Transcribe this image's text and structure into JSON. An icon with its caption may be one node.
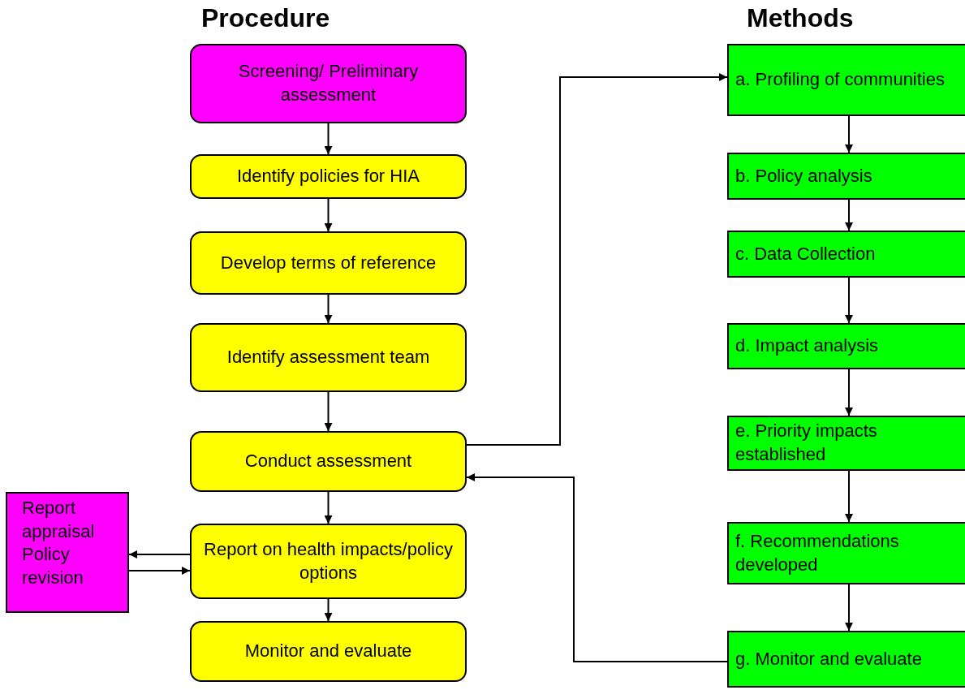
{
  "diagram": {
    "nodes": [
      {
        "text": [
          "Screening/ Preliminary assessment"
        ]
      },
      {
        "text": [
          "Identify policies for HIA"
        ]
      },
      {
        "text": [
          "Develop terms of reference"
        ]
      },
      {
        "text": [
          "Identify assessment team"
        ]
      },
      {
        "text": [
          "Conduct assessment"
        ]
      },
      {
        "text": [
          "Report on health impacts/policy options"
        ]
      },
      {
        "text": [
          "Monitor and evaluate"
        ]
      },
      {
        "text": [
          "Report appraisal Policy revision"
        ]
      },
      {
        "text": [
          "a. Profiling of communities"
        ]
      },
      {
        "text": [
          "b. Policy analysis"
        ]
      },
      {
        "text": [
          "c. Data Collection"
        ]
      },
      {
        "text": [
          "d. Impact analysis"
        ]
      },
      {
        "text": [
          "e. Priority impacts established"
        ]
      },
      {
        "text": [
          "f. Recommendations developed"
        ]
      },
      {
        "text": [
          "g. Monitor and evaluate"
        ]
      }
    ],
    "edges": [
      {
        "from": 0,
        "to": 1,
        "arrow": "to"
      },
      {
        "from": 1,
        "to": 2,
        "arrow": "to"
      },
      {
        "from": 2,
        "to": 3,
        "arrow": "to"
      },
      {
        "from": 3,
        "to": 4,
        "arrow": "to"
      },
      {
        "from": 4,
        "to": 5,
        "arrow": "to"
      },
      {
        "from": 5,
        "to": 6,
        "arrow": "to"
      },
      {
        "from": 5,
        "to": 7,
        "arrow": "to"
      },
      {
        "from": 7,
        "to": 5,
        "arrow": "to"
      },
      {
        "from": 4,
        "to": 8,
        "arrow": "to"
      },
      {
        "from": 8,
        "to": 9,
        "arrow": "to"
      },
      {
        "from": 9,
        "to": 10,
        "arrow": "to"
      },
      {
        "from": 10,
        "to": 11,
        "arrow": "to"
      },
      {
        "from": 11,
        "to": 12,
        "arrow": "to"
      },
      {
        "from": 12,
        "to": 13,
        "arrow": "to"
      },
      {
        "from": 13,
        "to": 14,
        "arrow": "to"
      },
      {
        "from": 14,
        "to": 4,
        "arrow": "to"
      }
    ],
    "labels": [
      "Procedure",
      "Methods"
    ]
  }
}
